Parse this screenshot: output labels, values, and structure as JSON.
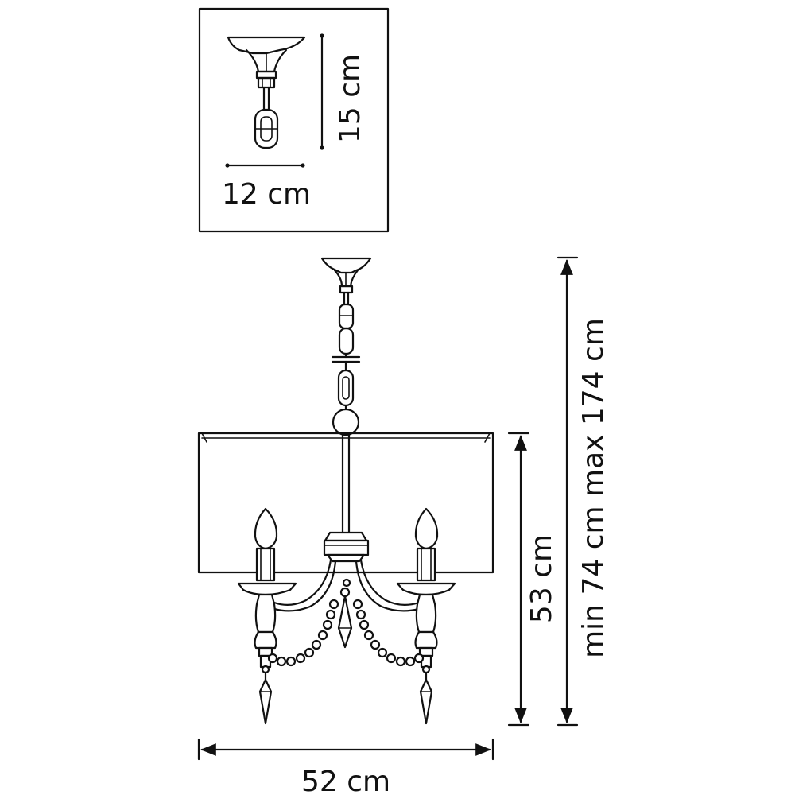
{
  "drawing": {
    "inset": {
      "width_label": "12 cm",
      "height_label": "15 cm"
    },
    "main": {
      "width_label": "52 cm",
      "height_label": "53 cm",
      "adjustable_height_label": "min 74 cm max 174 cm"
    }
  },
  "colors": {
    "line": "#111111",
    "background": "#ffffff"
  }
}
